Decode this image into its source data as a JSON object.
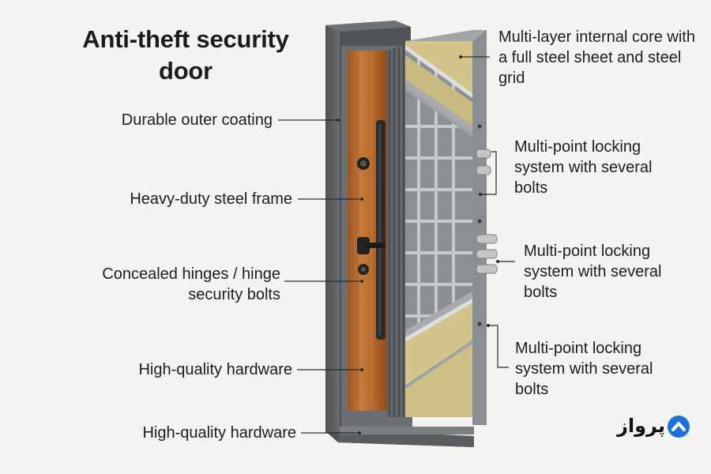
{
  "title": "Anti-theft security door",
  "left_labels": [
    "Durable outer coating",
    "Heavy-duty steel frame",
    "Concealed hinges / hinge security bolts",
    "High-quality hardware",
    "High-quality hardware"
  ],
  "right_labels": [
    "Multi-layer internal core with a full steel sheet and steel grid",
    "Multi-point locking system with several bolts",
    "Multi-point locking system with several bolts",
    "Multi-point locking system with several bolts"
  ],
  "logo": {
    "text": "پرواز",
    "icon": "chevron-up-circle-icon",
    "color": "#1b73d9"
  },
  "colors": {
    "frame": "#5a5d61",
    "wood": "#b86a2c",
    "insulation": "#d4c58b",
    "grid": "#b9bcbe",
    "background": "#f3f3f2"
  }
}
